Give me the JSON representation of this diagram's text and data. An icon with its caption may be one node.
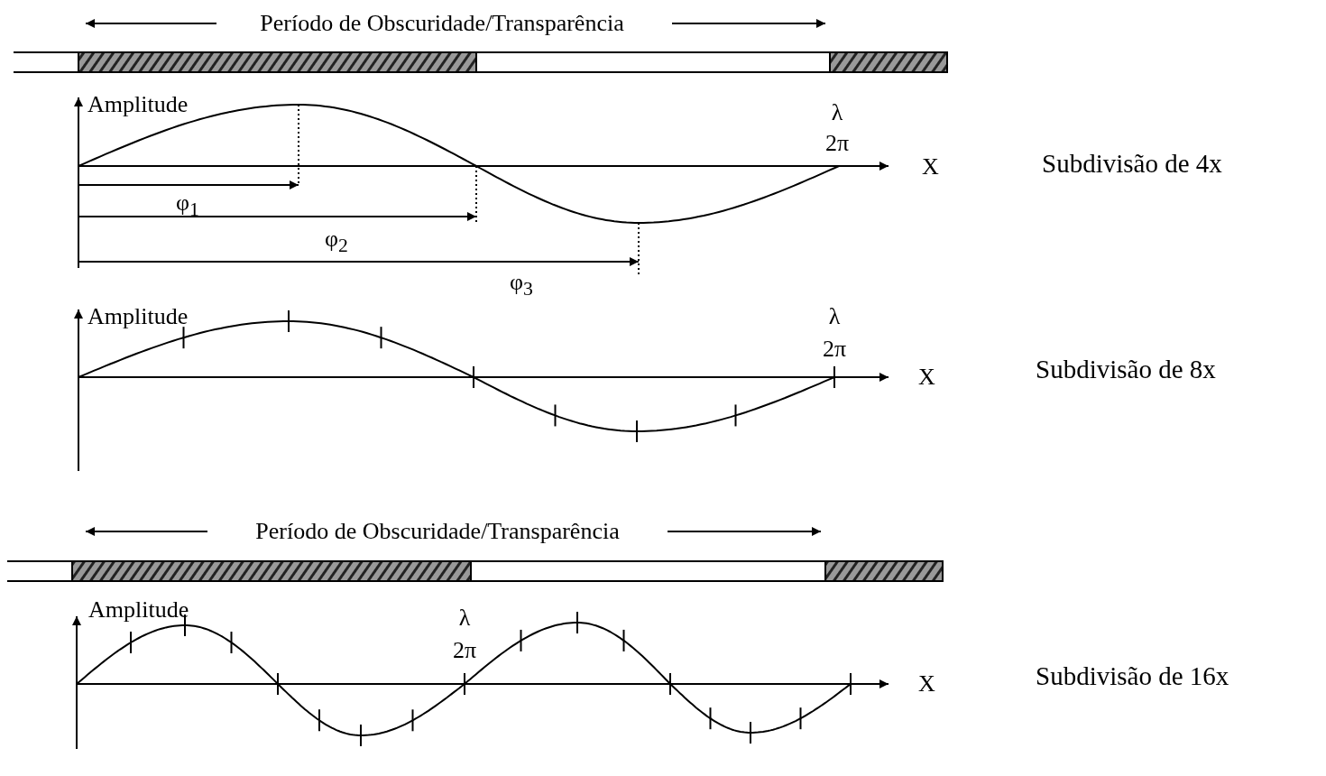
{
  "diagram": {
    "labels": [
      "Período de Obscuridade/Transparência",
      "Amplitude",
      "λ",
      "2π",
      "X",
      "Subdivisão de 4x",
      "φ$_{1}$",
      "φ$_{2}$",
      "φ$_{3}$",
      "Amplitude",
      "λ",
      "2π",
      "X",
      "Subdivisão de 8x",
      "Período de Obscuridade/Transparência",
      "Amplitude",
      "λ",
      "2π",
      "X",
      "Subdivisão de 16x"
    ]
  }
}
